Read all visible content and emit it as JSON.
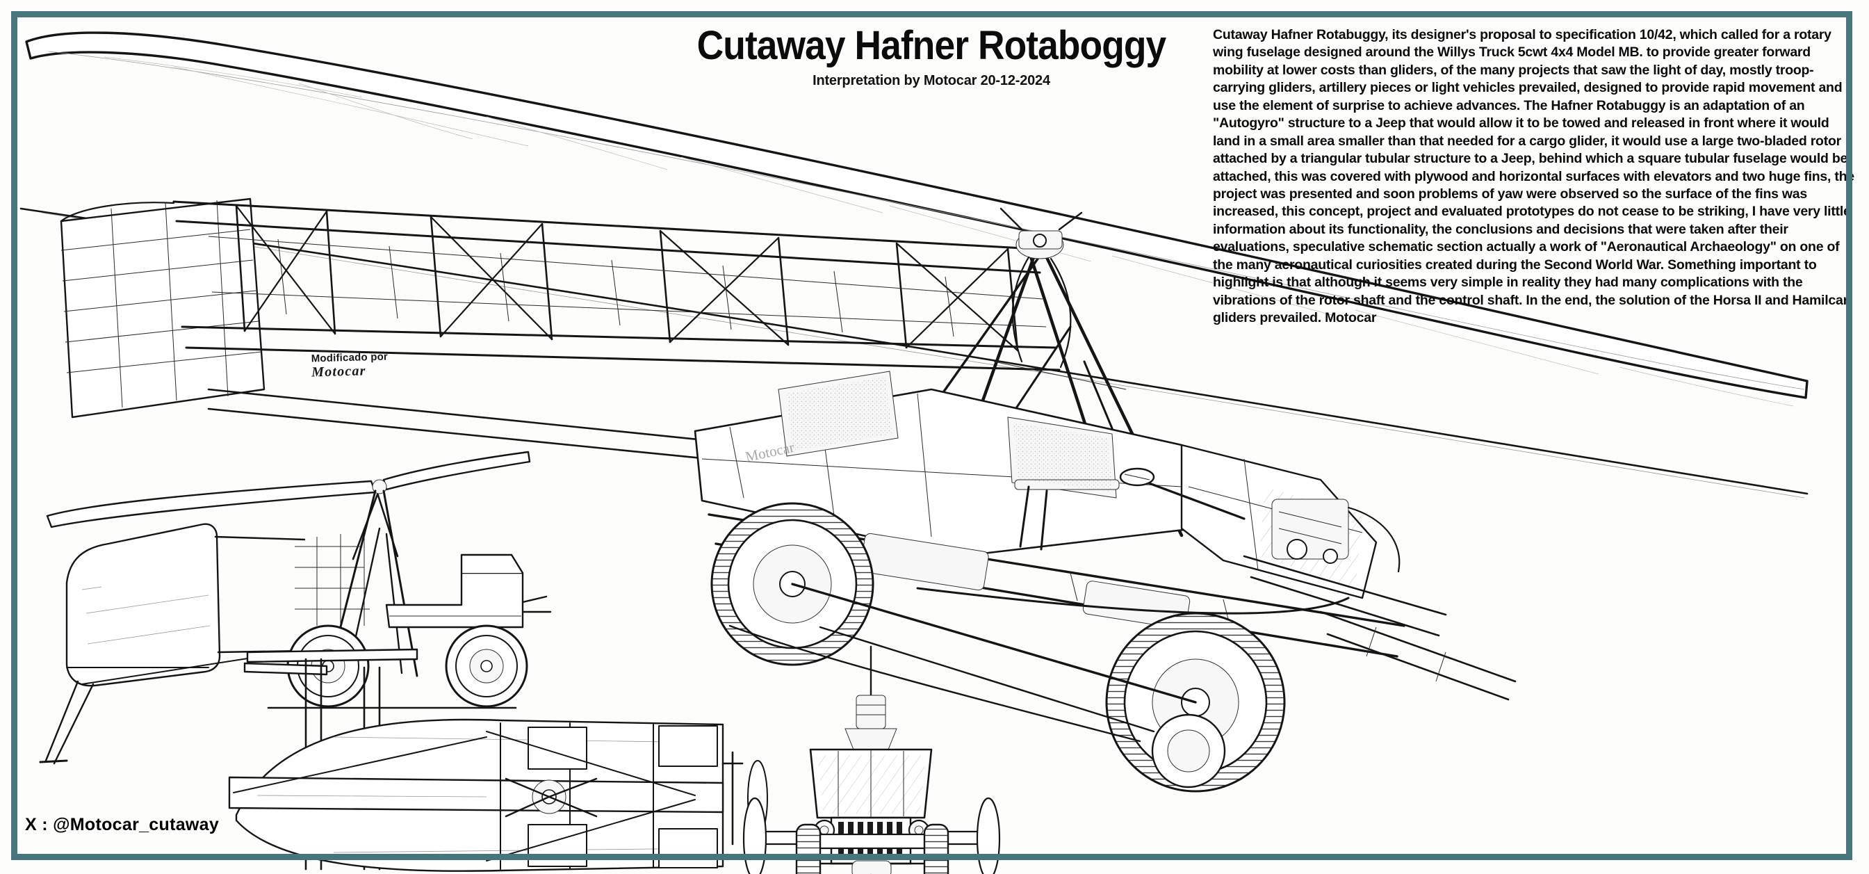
{
  "poster": {
    "title": "Cutaway Hafner Rotaboggy",
    "subtitle": "Interpretation by Motocar 20-12-2024",
    "description": "Cutaway Hafner Rotabuggy, its designer's proposal to specification 10/42, which called for a rotary wing fuselage designed around the Willys Truck 5cwt 4x4 Model MB. to provide greater forward mobility at lower costs than gliders, of the many projects that saw the light of day, mostly troop-carrying gliders, artillery pieces or light vehicles prevailed, designed to provide rapid movement and use the element of surprise to achieve advances. The Hafner Rotabuggy is an adaptation of an \"Autogyro\" structure to a Jeep that would allow it to be towed and released in front where it would land in a small area smaller than that needed for a cargo glider, it would use a large two-bladed rotor attached by a triangular tubular structure to a Jeep, behind which a square tubular fuselage would be attached, this was covered with plywood and horizontal surfaces with elevators and two huge fins, the project was presented and soon problems of yaw were observed so the surface of the fins was increased, this concept, project and evaluated prototypes do not cease to be striking, I have very little information about its functionality, the conclusions and decisions that were taken after their evaluations, speculative schematic section actually a work of \"Aeronautical Archaeology\" on one of the many aeronautical curiosities created during the Second World War. Something important to highlight is that although it seems very simple in reality they had many complications with the vibrations of the rotor shaft and the control shaft. In the end, the solution of the Horsa II and Hamilcar gliders prevailed. Motocar",
    "handle": "X : @Motocar_cutaway",
    "modified_by_line1": "Modificado por",
    "modified_by_line2": "Motocar",
    "body_watermark": "Motocar"
  },
  "colors": {
    "frame_border": "#47757c",
    "background": "#fdfdfb",
    "ink": "#151515",
    "text": "#0c0c0c"
  },
  "views": {
    "main_cutaway": "main-cutaway-three-quarter-view",
    "side_elevation": "side-elevation-view",
    "plan_view": "plan-top-view",
    "front_view": "front-elevation-view"
  }
}
